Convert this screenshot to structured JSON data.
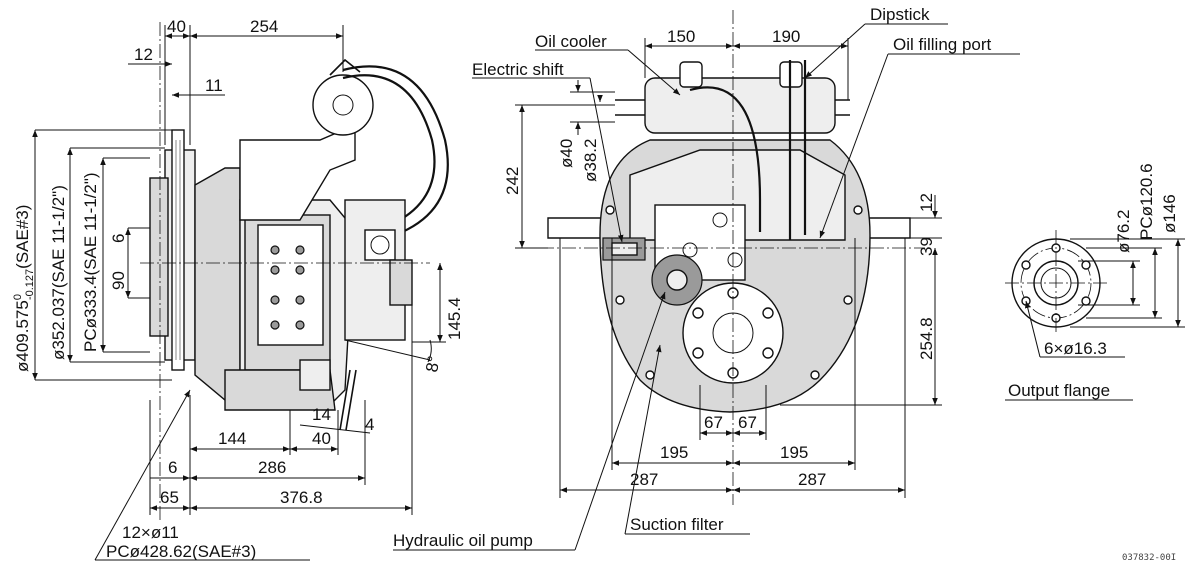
{
  "side_view": {
    "dims": {
      "d40": "40",
      "d254": "254",
      "d12": "12",
      "d11": "11",
      "d6v": "6",
      "d90": "90",
      "d145": "145.4",
      "d8deg": "8°",
      "d14": "14",
      "d4": "4",
      "d40b": "40",
      "d144": "144",
      "d6h": "6",
      "d286": "286",
      "d65": "65",
      "d376": "376.8",
      "dia409_main": "ø409.575",
      "dia409_tol_upper": "0",
      "dia409_tol_lower": "-0.127",
      "dia409_suffix": "(SAE#3)",
      "dia352": "ø352.037(SAE 11-1/2\")",
      "pc333": "PCø333.4(SAE 11-1/2\")"
    },
    "bolt_note_line1": "12×ø11",
    "bolt_note_line2": "PCø428.62(SAE#3)"
  },
  "front_view": {
    "dims": {
      "d150": "150",
      "d190": "190",
      "d242": "242",
      "d40": "ø40",
      "d38": "ø38.2",
      "d12": "12",
      "d39": "39",
      "d254": "254.8",
      "d67a": "67",
      "d67b": "67",
      "d195a": "195",
      "d195b": "195",
      "d287a": "287",
      "d287b": "287"
    }
  },
  "labels": {
    "oil_cooler": "Oil cooler",
    "electric_shift": "Electric shift",
    "dipstick": "Dipstick",
    "oil_filling_port": "Oil filling port",
    "hydraulic_oil_pump": "Hydraulic oil pump",
    "suction_filter": "Suction filter",
    "output_flange": "Output flange"
  },
  "flange_view": {
    "dims": {
      "d76": "ø76.2",
      "pc120": "PCø120.6",
      "d146": "ø146",
      "bolts": "6×ø16.3"
    }
  },
  "drawing_code": "037832-00I"
}
